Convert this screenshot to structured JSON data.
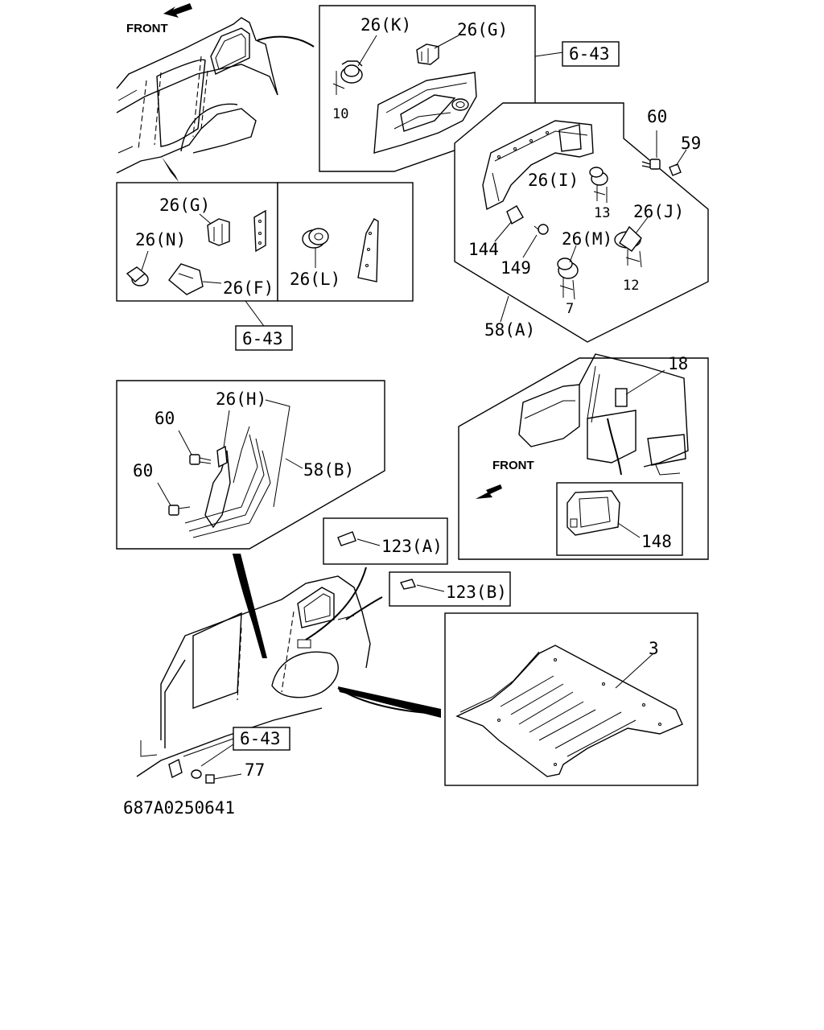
{
  "diagram_code": "687A0250641",
  "front_labels": [
    "FRONT",
    "FRONT"
  ],
  "refs": [
    "6-43",
    "6-43",
    "6-43"
  ],
  "callouts": {
    "k26K": "26(K)",
    "g26G_top": "26(G)",
    "d10": "10",
    "p60_top": "60",
    "p59": "59",
    "p26I": "26(I)",
    "d13": "13",
    "p26J": "26(J)",
    "p144": "144",
    "p149": "149",
    "p26M": "26(M)",
    "d12": "12",
    "d7": "7",
    "p58A": "58(A)",
    "g26G_left": "26(G)",
    "p26N": "26(N)",
    "p26F": "26(F)",
    "p26L": "26(L)",
    "p26H": "26(H)",
    "p60_a": "60",
    "p60_b": "60",
    "p58B": "58(B)",
    "p18": "18",
    "p148": "148",
    "p123A": "123(A)",
    "p123B": "123(B)",
    "p3": "3",
    "p77": "77"
  }
}
